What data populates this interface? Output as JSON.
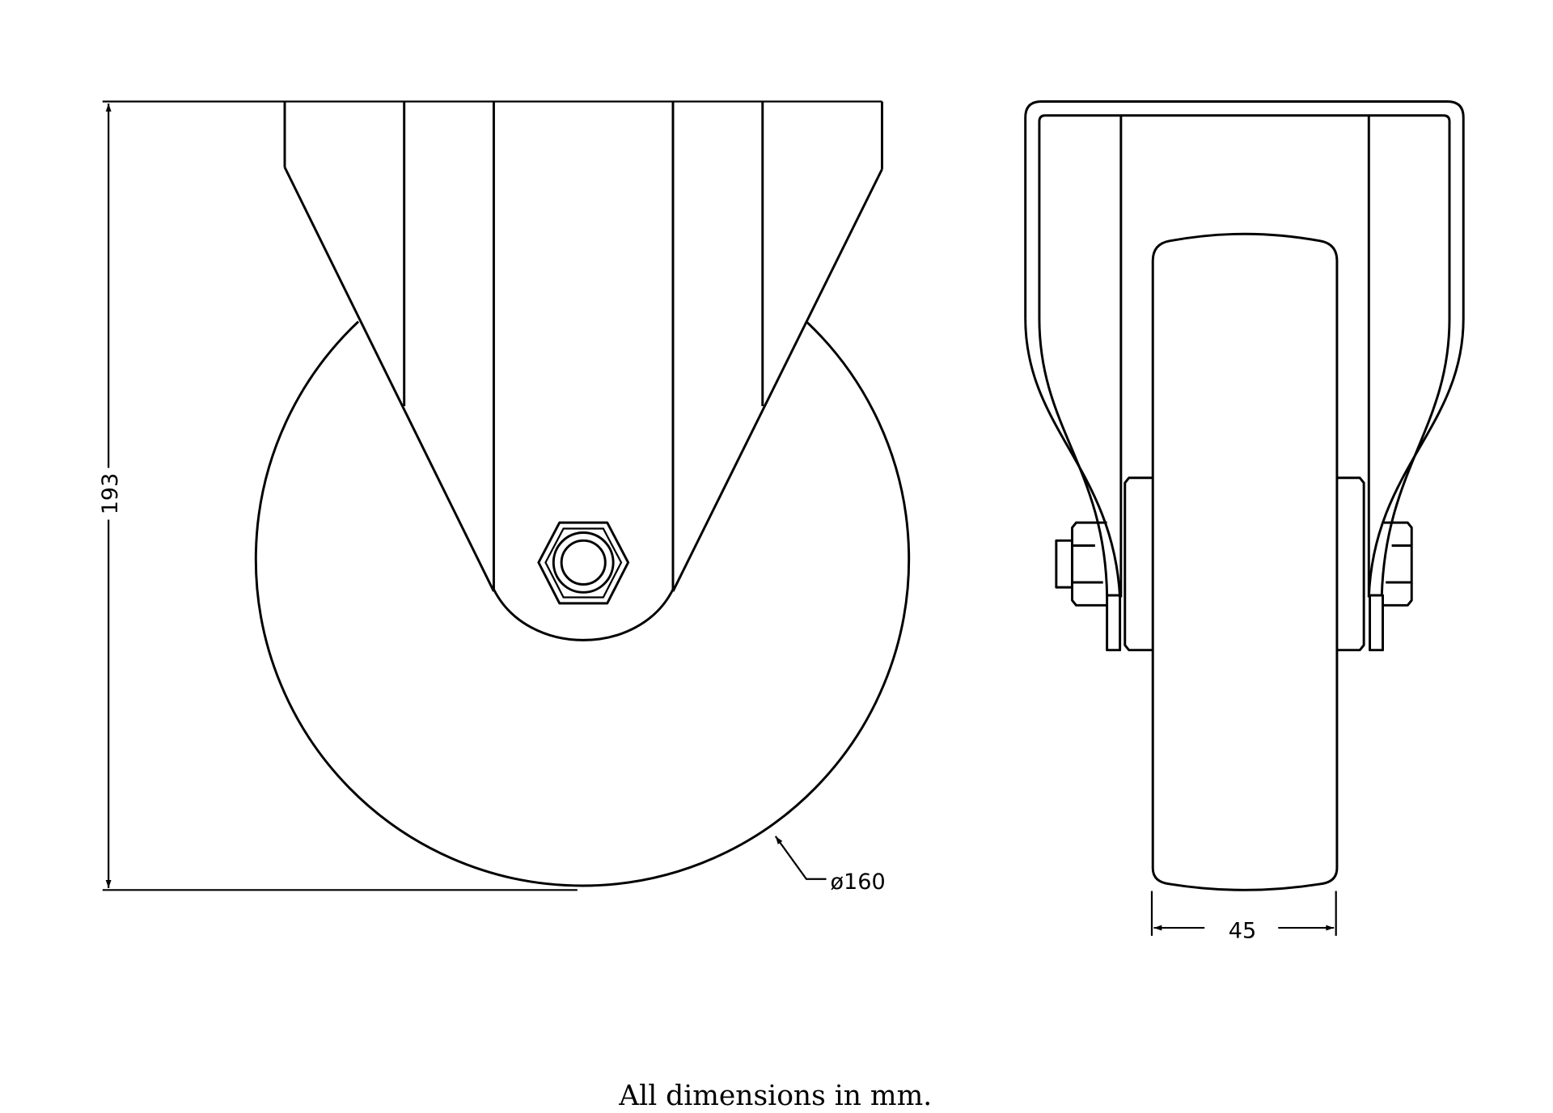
{
  "drawing": {
    "title": "Fixed castor technical drawing",
    "dimensions": {
      "height": "193",
      "wheel_diameter": "ø160",
      "wheel_width": "45"
    },
    "caption": "All dimensions in mm."
  },
  "colors": {
    "line": "#000000",
    "background": "#ffffff"
  }
}
